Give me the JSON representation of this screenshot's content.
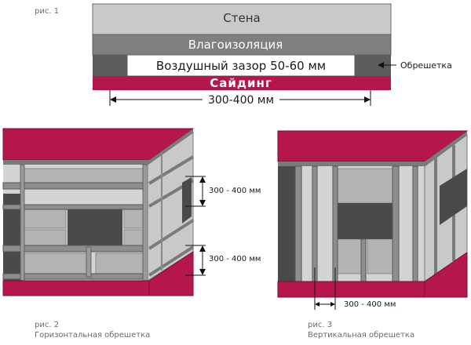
{
  "fig1": {
    "label": "рис. 1",
    "wall": "Стена",
    "waterproofing": "Влагоизоляция",
    "air_gap": "Воздушный зазор 50-60 мм",
    "lathing": "Обрешетка",
    "siding": "Сайдинг",
    "spacing": "300-400 мм"
  },
  "fig2": {
    "label": "рис. 2",
    "caption": "Горизонтальная обрешетка",
    "dim_top": "300 - 400 мм",
    "dim_bottom": "300 - 400 мм"
  },
  "fig3": {
    "label": "рис. 3",
    "caption": "Вертикальная обрешетка",
    "dim": "300 - 400 мм"
  },
  "colors": {
    "siding": "#b5174b",
    "wall": "#c9c9c9",
    "waterproofing": "#7f7f7f",
    "lathing": "#5d5d5d",
    "block": "#b3b3b3",
    "dark_panel": "#4a4a4a"
  }
}
